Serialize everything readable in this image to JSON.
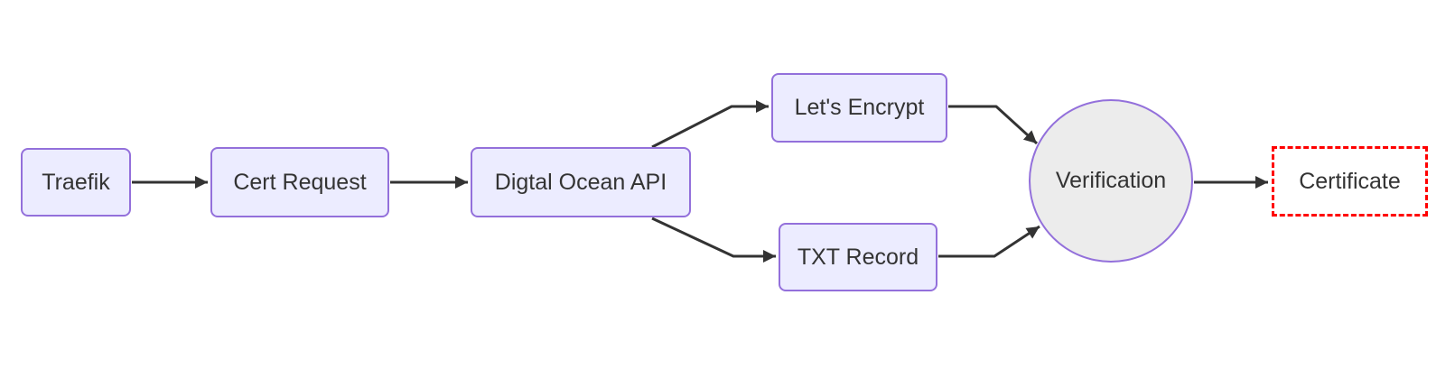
{
  "diagram": {
    "type": "flowchart",
    "direction": "left-to-right",
    "nodes": [
      {
        "id": "traefik",
        "label": "Traefik",
        "shape": "rounded-rect"
      },
      {
        "id": "cert-request",
        "label": "Cert Request",
        "shape": "rounded-rect"
      },
      {
        "id": "digital-ocean-api",
        "label": "Digtal Ocean API",
        "shape": "rounded-rect"
      },
      {
        "id": "lets-encrypt",
        "label": "Let's Encrypt",
        "shape": "rounded-rect"
      },
      {
        "id": "txt-record",
        "label": "TXT Record",
        "shape": "rounded-rect"
      },
      {
        "id": "verification",
        "label": "Verification",
        "shape": "circle"
      },
      {
        "id": "certificate",
        "label": "Certificate",
        "shape": "dashed-rect"
      }
    ],
    "edges": [
      {
        "from": "traefik",
        "to": "cert-request"
      },
      {
        "from": "cert-request",
        "to": "digital-ocean-api"
      },
      {
        "from": "digital-ocean-api",
        "to": "lets-encrypt"
      },
      {
        "from": "digital-ocean-api",
        "to": "txt-record"
      },
      {
        "from": "lets-encrypt",
        "to": "verification"
      },
      {
        "from": "txt-record",
        "to": "verification"
      },
      {
        "from": "verification",
        "to": "certificate"
      }
    ],
    "colors": {
      "node_fill": "#ECECFF",
      "node_border": "#9370DB",
      "circle_fill": "#ECECEC",
      "dashed_border": "#FF0000",
      "edge_stroke": "#333333",
      "text": "#333333",
      "background": "#FFFFFF"
    }
  }
}
